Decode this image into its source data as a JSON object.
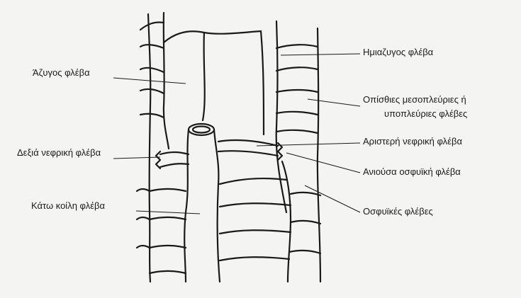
{
  "diagram": {
    "labels": {
      "azygos": "Άζυγος φλέβα",
      "right_renal": "Δεξιά νεφρική  φλέβα",
      "ivc": "Κάτω κοίλη φλέβα",
      "hemiazygos": "Ημιαζυγος φλέβα",
      "posterior_intercostal_1": "Οπίσθιες μεσοπλεύριες  ή",
      "posterior_intercostal_2": "υποπλεύριες φλέβες",
      "left_renal": "Αριστερή  νεφρική  φλέβα",
      "ascending_lumbar": "Ανιούσα οσφυϊκή φλέβα",
      "lumbar": "Οσφυϊκές   φλέβες"
    },
    "colors": {
      "background": "#f4f4f2",
      "line": "#1a1a1a",
      "text": "#1a1a1a"
    }
  }
}
